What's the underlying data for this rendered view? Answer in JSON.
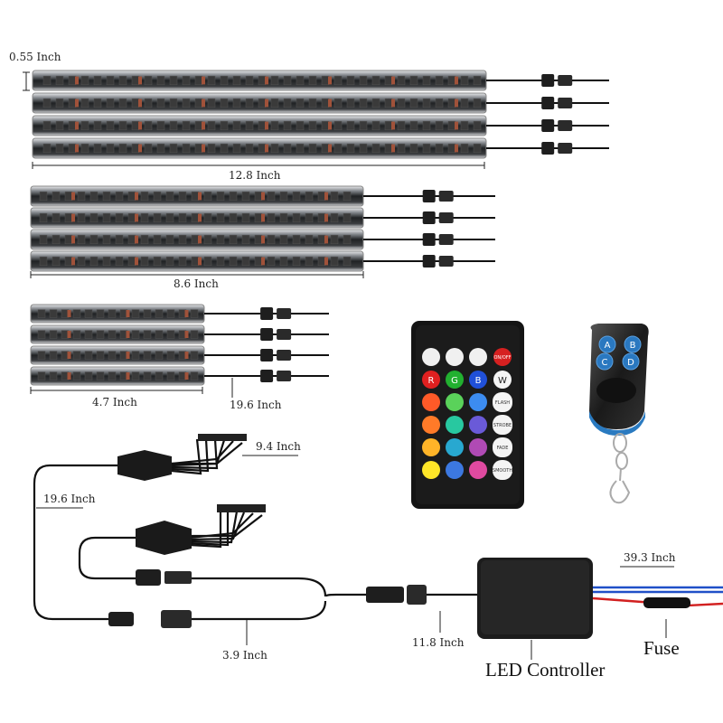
{
  "labels": {
    "strip_height": "0.55 Inch",
    "long_length": "12.8 Inch",
    "mid_length": "8.6 Inch",
    "short_length": "4.7 Inch",
    "strip_lead": "19.6 Inch",
    "splitter_lead": "9.4 Inch",
    "main_lead": "19.6 Inch",
    "junction_lead": "3.9 Inch",
    "controller_lead": "11.8 Inch",
    "power_lead": "39.3 Inch",
    "fuse": "Fuse",
    "controller": "LED Controller"
  },
  "remote": {
    "top_buttons": [
      "mode-icon",
      "brightness-icon",
      "music-icon",
      "ON/OFF"
    ],
    "color_letters": [
      "R",
      "G",
      "B",
      "W"
    ],
    "function_buttons": [
      "FLASH",
      "STROBE",
      "FADE",
      "SMOOTH"
    ]
  },
  "key_fob": {
    "buttons": [
      "A",
      "B",
      "C",
      "D"
    ]
  },
  "colors": {
    "strip_body": "#1c1c1c",
    "strip_case": "#c8ccd0",
    "wire": "#111111",
    "power_red": "#d22020",
    "power_blue": "#2050c8"
  }
}
